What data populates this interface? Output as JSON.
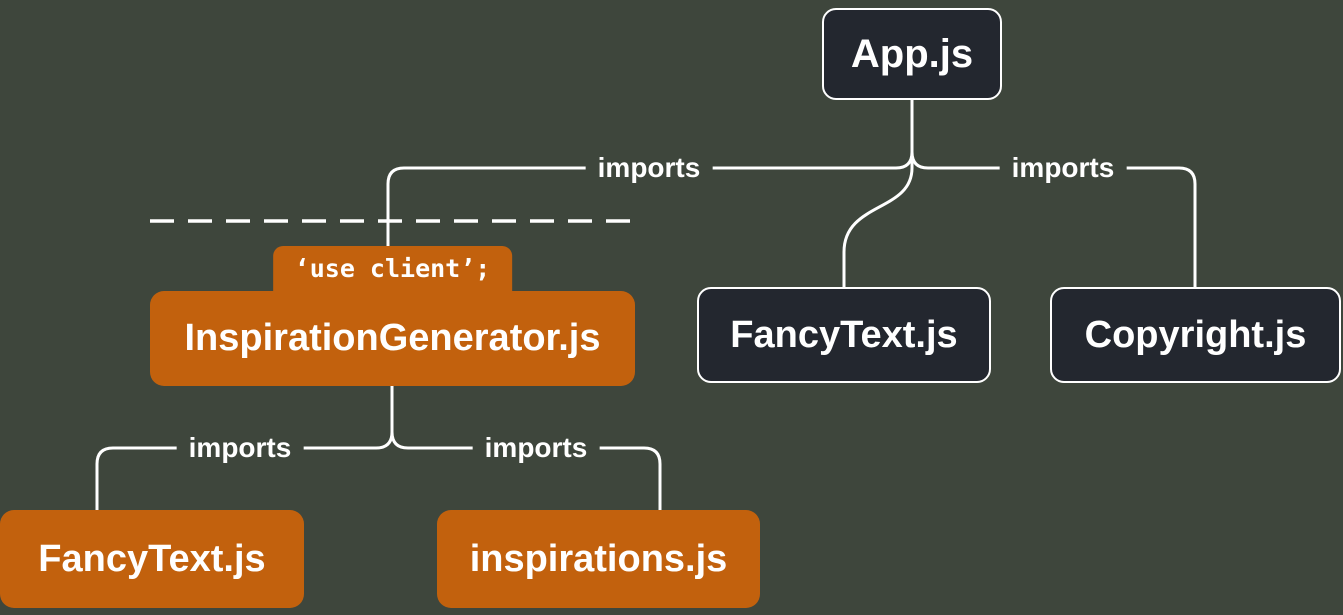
{
  "diagram": {
    "description": "module dependency tree with server/client boundary",
    "colors": {
      "background": "#3E463C",
      "server_node_fill": "#23272F",
      "server_node_border": "#FFFFFF",
      "client_node_fill": "#C2610D",
      "line": "#FFFFFF",
      "text": "#FFFFFF"
    },
    "nodes": {
      "app": {
        "label": "App.js",
        "type": "server"
      },
      "inspiration_generator": {
        "label": "InspirationGenerator.js",
        "directive_badge": "‘use client’;",
        "type": "client"
      },
      "fancy_text_server": {
        "label": "FancyText.js",
        "type": "server"
      },
      "copyright": {
        "label": "Copyright.js",
        "type": "server"
      },
      "fancy_text_client": {
        "label": "FancyText.js",
        "type": "client"
      },
      "inspirations": {
        "label": "inspirations.js",
        "type": "client"
      }
    },
    "edge_labels": {
      "app_to_inspiration_generator": "imports",
      "app_to_copyright": "imports",
      "inspiration_generator_to_fancy_text": "imports",
      "inspiration_generator_to_inspirations": "imports"
    }
  }
}
